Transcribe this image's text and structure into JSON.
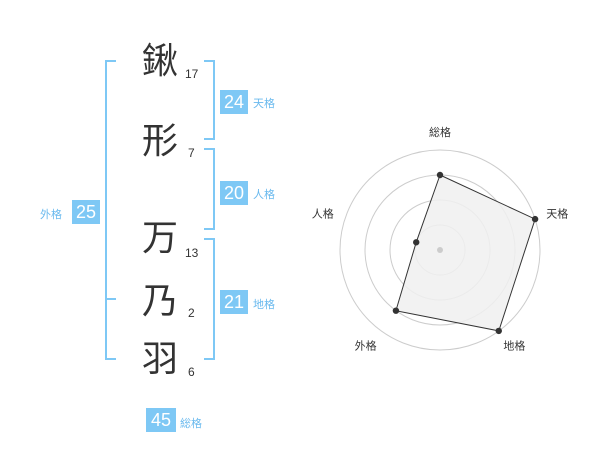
{
  "name": {
    "chars": [
      {
        "char": "鍬",
        "strokes": "17"
      },
      {
        "char": "形",
        "strokes": "7"
      },
      {
        "char": "万",
        "strokes": "13"
      },
      {
        "char": "乃",
        "strokes": "2"
      },
      {
        "char": "羽",
        "strokes": "6"
      }
    ]
  },
  "fortune": {
    "tenkaku": {
      "value": "24",
      "label": "天格"
    },
    "jinkaku": {
      "value": "20",
      "label": "人格"
    },
    "chikaku": {
      "value": "21",
      "label": "地格"
    },
    "gaikaku": {
      "value": "25",
      "label": "外格"
    },
    "soukaku": {
      "value": "45",
      "label": "総格"
    }
  },
  "chart_data": {
    "type": "radar",
    "axes": [
      "総格",
      "天格",
      "地格",
      "外格",
      "人格"
    ],
    "values": [
      0.75,
      1.0,
      1.0,
      0.75,
      0.25
    ],
    "max": 1.0,
    "rings": 4,
    "grid": true,
    "colors": {
      "fill": "#f0f0f0",
      "stroke": "#333333",
      "grid": "#cccccc",
      "center": "#cccccc"
    }
  },
  "colors": {
    "accent": "#7ec8f5",
    "bracket": "#7ec8f5",
    "accent_text": "#69b9ee",
    "text": "#333333"
  }
}
